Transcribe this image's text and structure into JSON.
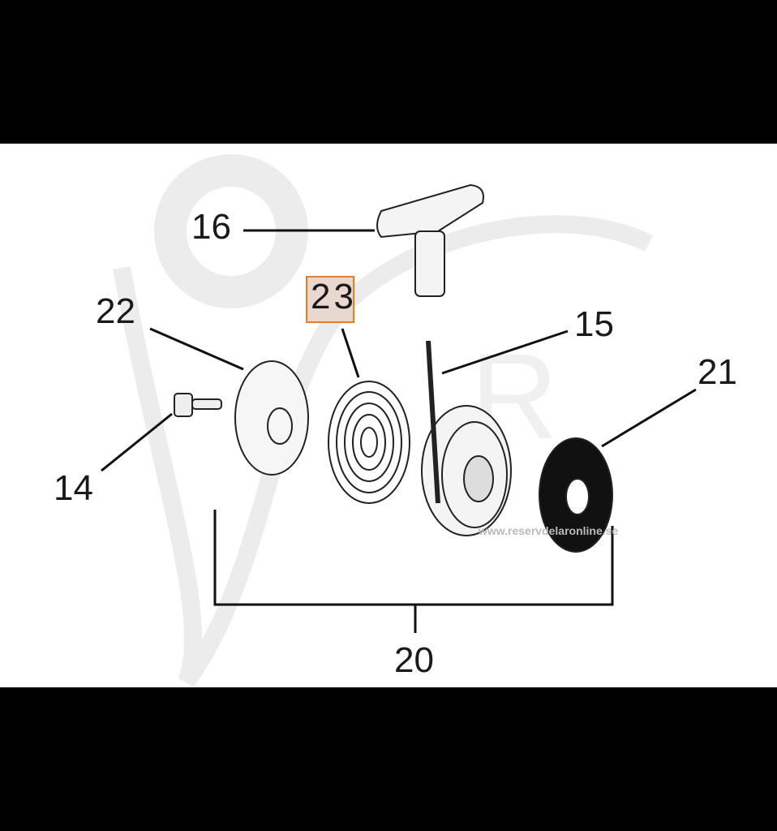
{
  "labels": {
    "l14": "14",
    "l15": "15",
    "l16": "16",
    "l20": "20",
    "l21": "21",
    "l22": "22",
    "l23": "23"
  },
  "highlighted_label": "23",
  "highlight_color": "#f07a20",
  "watermark": "www.reservdelaronline.se"
}
